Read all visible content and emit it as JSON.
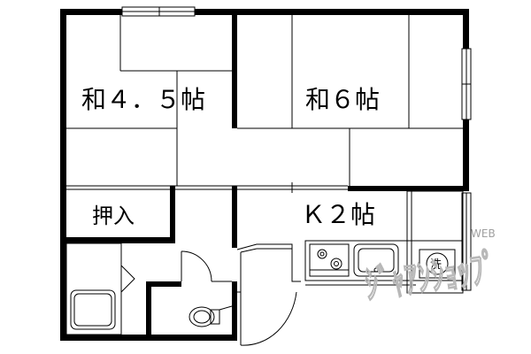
{
  "rooms": {
    "washitsu_45": "和４．５帖",
    "washitsu_6": "和６帖",
    "oshiire": "押入",
    "kitchen": "Ｋ２帖",
    "washer": "洗"
  },
  "watermark": {
    "main": "ｼﾞｬｱﾝｼｮｯﾌﾟ",
    "small": "WEB"
  },
  "colors": {
    "wall": "#000000",
    "line": "#000000",
    "watermark": "#b8b8b8"
  }
}
